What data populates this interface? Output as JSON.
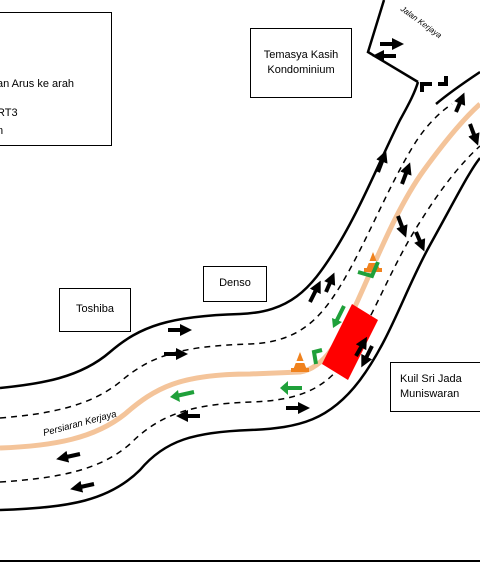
{
  "legend": {
    "line1": "an Arus ke arah",
    "line2": "RT3",
    "line3": "n"
  },
  "buildings": {
    "temasya_line1": "Temasya Kasih",
    "temasya_line2": "Kondominium",
    "denso": "Denso",
    "toshiba": "Toshiba",
    "kuil_line1": "Kuil Sri Jada",
    "kuil_line2": "Muniswaran"
  },
  "roads": {
    "persiaran": "Persiaran Kerjaya",
    "jalan": "Jalan Kerjaya"
  },
  "colors": {
    "road_edge": "#000000",
    "lane_divider": "#000000",
    "center_line": "#f4c49a",
    "green_arrow": "#1fa03a",
    "black_arrow": "#000000",
    "closure_block": "#ff0000",
    "traffic_cone": "#f0821e"
  },
  "icons": [
    "black-arrow-icon",
    "green-arrow-icon",
    "traffic-cone-icon",
    "closure-block-icon"
  ]
}
